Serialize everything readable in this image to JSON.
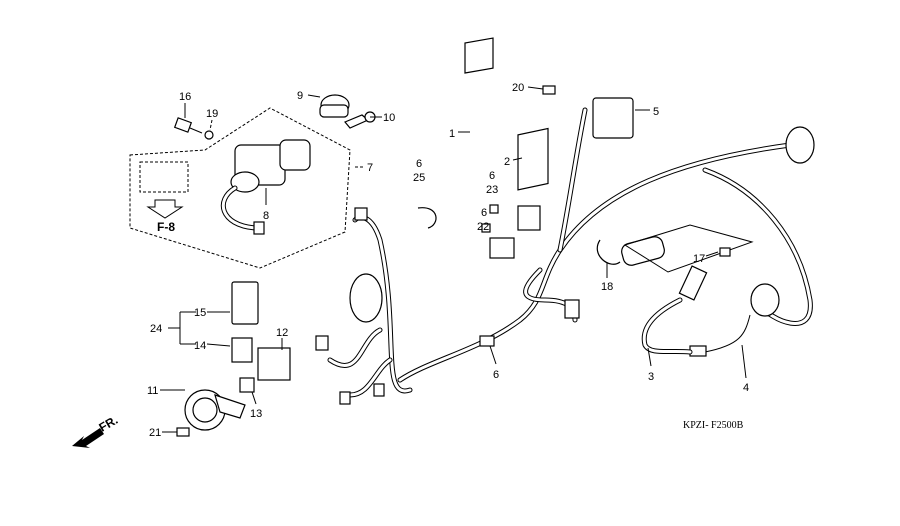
{
  "diagram": {
    "labels": {
      "p16": "16",
      "p19": "19",
      "p9": "9",
      "p10": "10",
      "p7": "7",
      "p8": "8",
      "ref": "F-8",
      "p1": "1",
      "p2": "2",
      "p20": "20",
      "p5": "5",
      "p6a": "6",
      "p25": "25",
      "p6b": "6",
      "p23": "23",
      "p6c": "6",
      "p22": "22",
      "p18": "18",
      "p17": "17",
      "p15": "15",
      "p24": "24",
      "p14": "14",
      "p12": "12",
      "p11": "11",
      "p13": "13",
      "p21": "21",
      "p6d": "6",
      "p3": "3",
      "p4": "4"
    },
    "front_arrow": "FR.",
    "drawing_code": "KPZI- F2500B"
  }
}
